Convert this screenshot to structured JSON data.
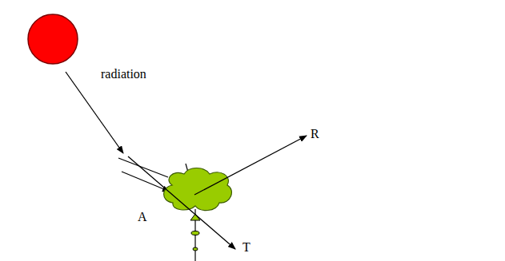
{
  "diagram": {
    "labels": [
      "radiation",
      "R",
      "A",
      "T"
    ]
  }
}
